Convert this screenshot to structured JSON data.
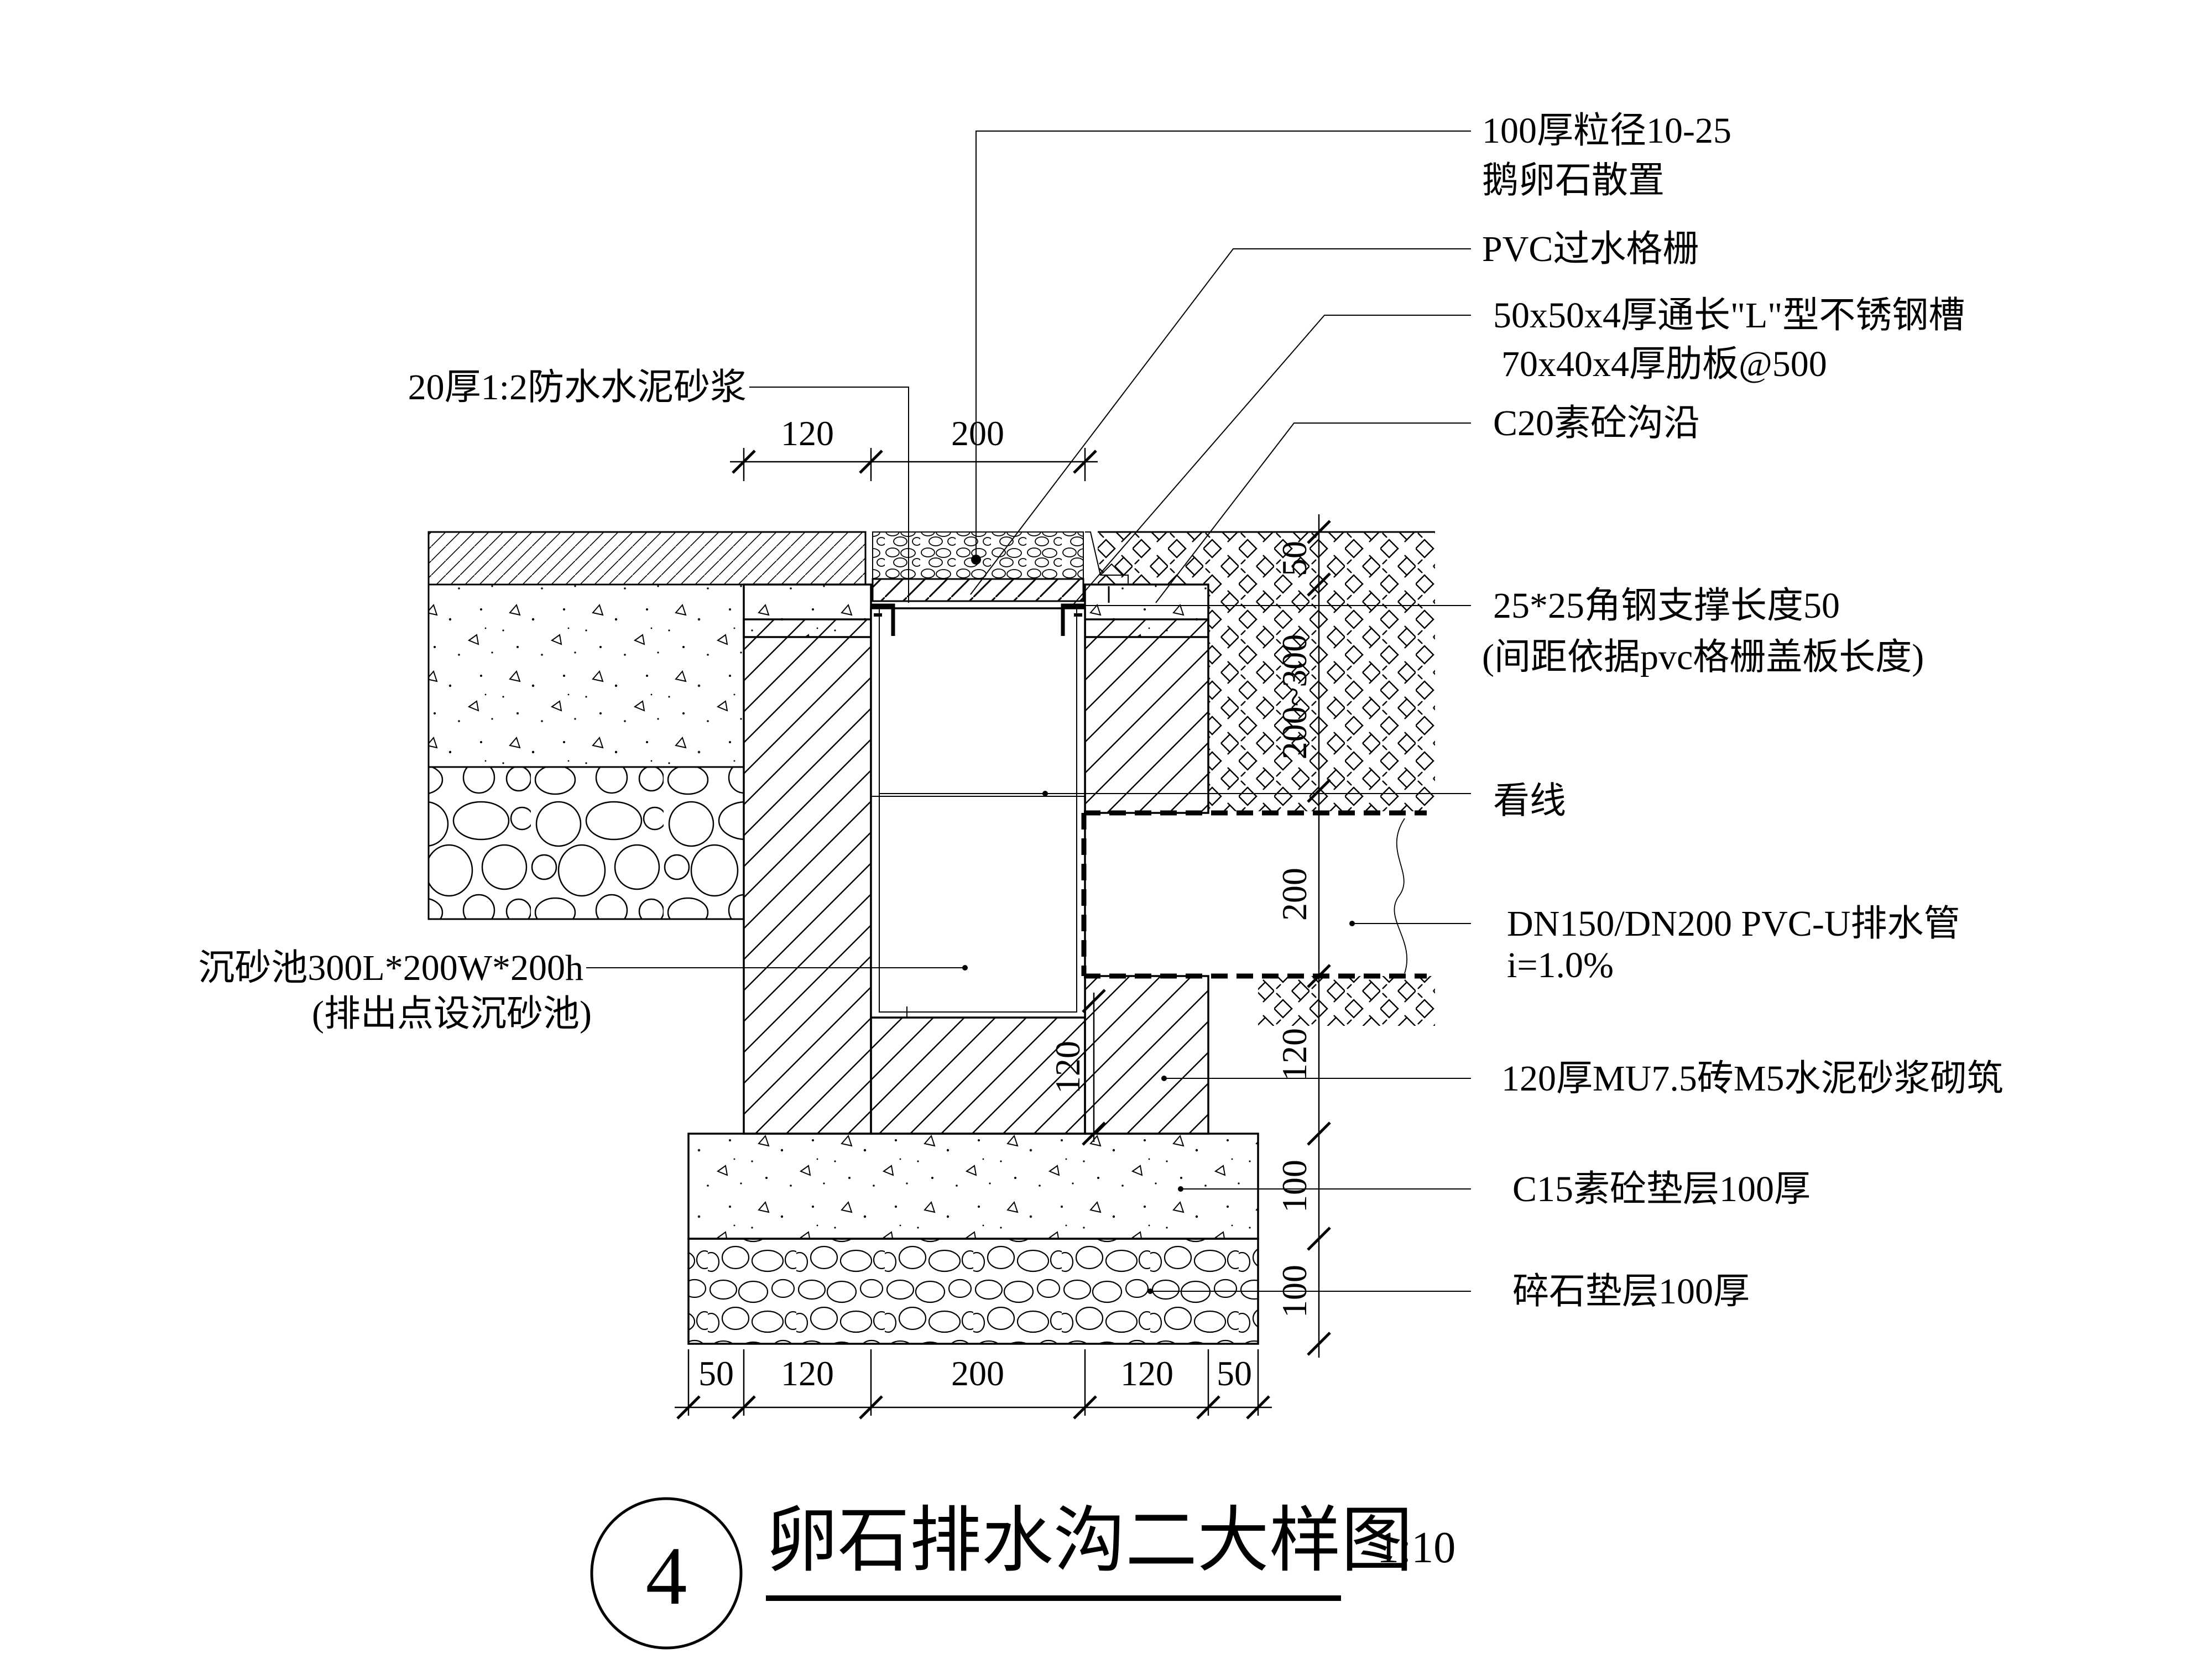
{
  "title": {
    "number": "4",
    "text": "卵石排水沟二大样图",
    "scale": "1:10"
  },
  "labels": {
    "pebble_line1": "100厚粒径10-25",
    "pebble_line2": "鹅卵石散置",
    "pvc_grate": "PVC过水格栅",
    "steel_channel_line1": "50x50x4厚通长\"L\"型不锈钢槽",
    "steel_channel_line2": "70x40x4厚肋板@500",
    "mortar_20": "20厚1:2防水水泥砂浆",
    "c20_edge": "C20素砼沟沿",
    "angle_steel_line1": "25*25角钢支撑长度50",
    "angle_steel_line2": "(间距依据pvc格栅盖板长度)",
    "sight_line": "看线",
    "pipe_line1": "DN150/DN200 PVC-U排水管",
    "pipe_line2": "i=1.0%",
    "sand_pit_line1": "沉砂池300L*200W*200h",
    "sand_pit_line2": "(排出点设沉砂池)",
    "brick_wall": "120厚MU7.5砖M5水泥砂浆砌筑",
    "c15_base": "C15素砼垫层100厚",
    "gravel_base": "碎石垫层100厚"
  },
  "dimensions": {
    "top_120": "120",
    "top_200": "200",
    "right_50": "50",
    "right_200_300": "200~300",
    "right_200": "200",
    "right_120": "120",
    "right_100a": "100",
    "right_100b": "100",
    "inner_120": "120",
    "bottom": [
      "50",
      "120",
      "200",
      "120",
      "50"
    ]
  }
}
